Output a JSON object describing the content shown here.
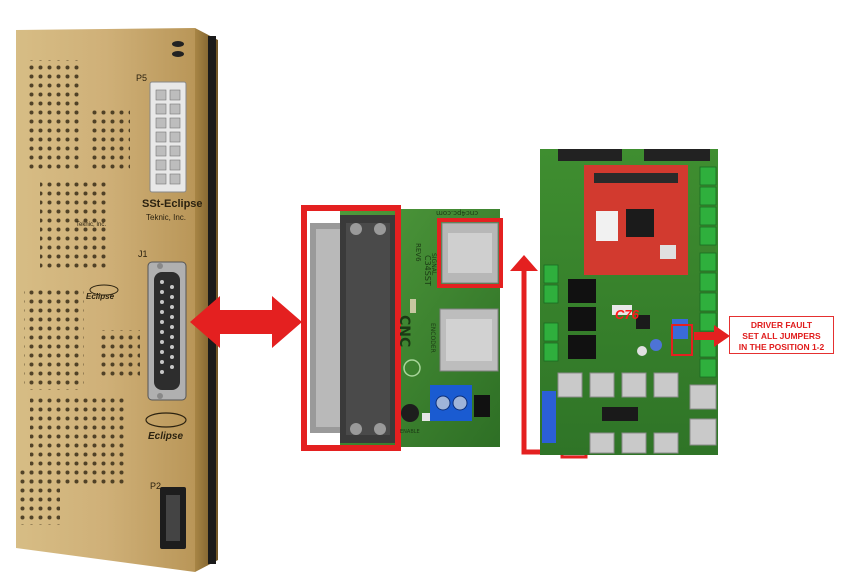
{
  "drive": {
    "brand": "SSt-Eclipse",
    "maker": "Teknic, Inc.",
    "maker_small": "Teknic, Inc.",
    "port_p5": "P5",
    "port_j1": "J1",
    "port_p2": "P2",
    "logo_text": "Eclipse",
    "logo_text_small": "Eclipse"
  },
  "breakout": {
    "brand": "CNC",
    "model": "C34SST",
    "rev": "REV6",
    "url": "cnc4pc.com",
    "label_signal": "SIGNAL",
    "label_encoder": "ENCODER",
    "label_enable": "ENABLE"
  },
  "mainboard": {
    "component_label": "C76"
  },
  "callout": {
    "line1": "DRIVER FAULT",
    "line2": "SET ALL JUMPERS",
    "line3": "IN THE POSITION 1-2"
  },
  "colors": {
    "accent_red": "#e42020",
    "drive_gold": "#c9a86a",
    "pcb_green": "#3c8a2e",
    "daughter_red": "#d23a2f"
  }
}
